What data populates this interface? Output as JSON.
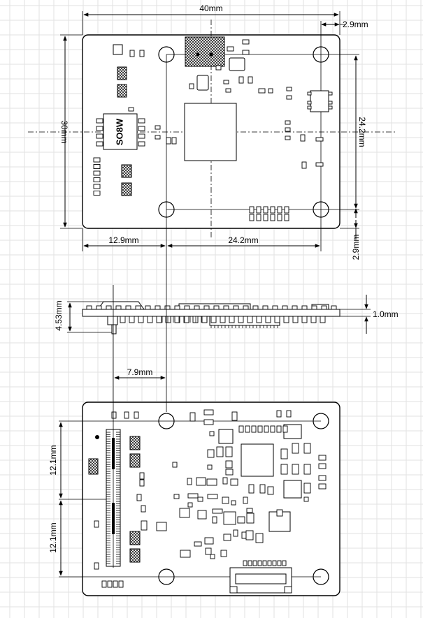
{
  "dimensions": {
    "width_total": "40mm",
    "edge_offset_top": "2.9mm",
    "height_total": "30mm",
    "hole_spacing_vertical": "24.2mm",
    "left_to_hole": "12.9mm",
    "hole_spacing_horizontal": "24.2mm",
    "edge_offset_bottom": "2.9mm",
    "side_height": "4.53mm",
    "board_thickness": "1.0mm",
    "connector_offset": "7.9mm",
    "pitch_upper": "12.1mm",
    "pitch_lower": "12.1mm"
  },
  "labels": {
    "chip_marking": "SO8W"
  }
}
